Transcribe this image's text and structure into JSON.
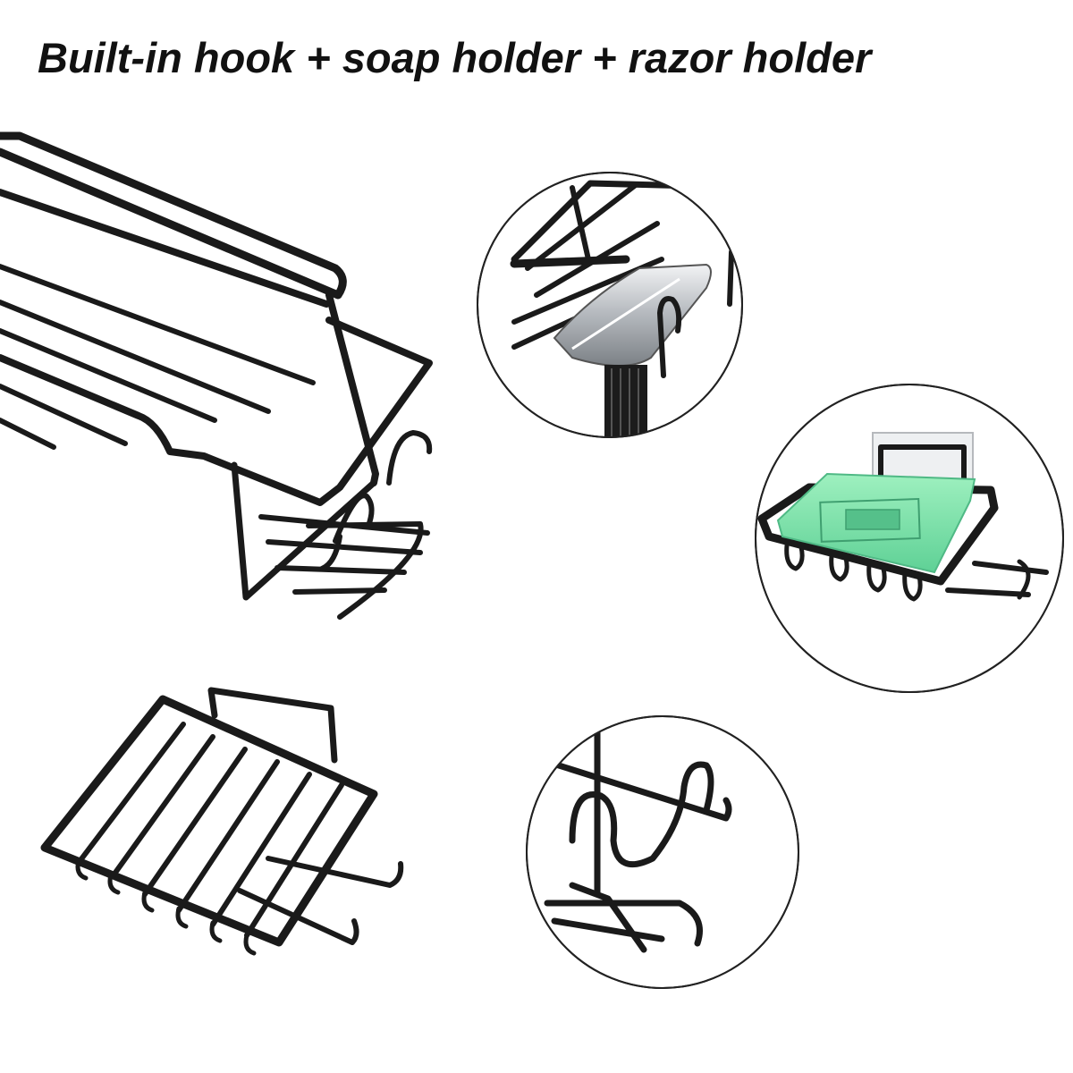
{
  "headline": "Built-in hook + soap holder + razor holder",
  "colors": {
    "background": "#ffffff",
    "wire": "#1a1a1a",
    "soap": "#7fe3a9",
    "razor_metal": "#c9cdd2"
  },
  "panels": [
    {
      "name": "main-shelf-basket",
      "icon": "wire-basket"
    },
    {
      "name": "razor-holder-detail",
      "icon": "razor"
    },
    {
      "name": "soap-holder-detail",
      "icon": "soap-bar"
    },
    {
      "name": "soap-dish-basket",
      "icon": "wire-basket"
    },
    {
      "name": "hook-detail",
      "icon": "hook"
    }
  ]
}
